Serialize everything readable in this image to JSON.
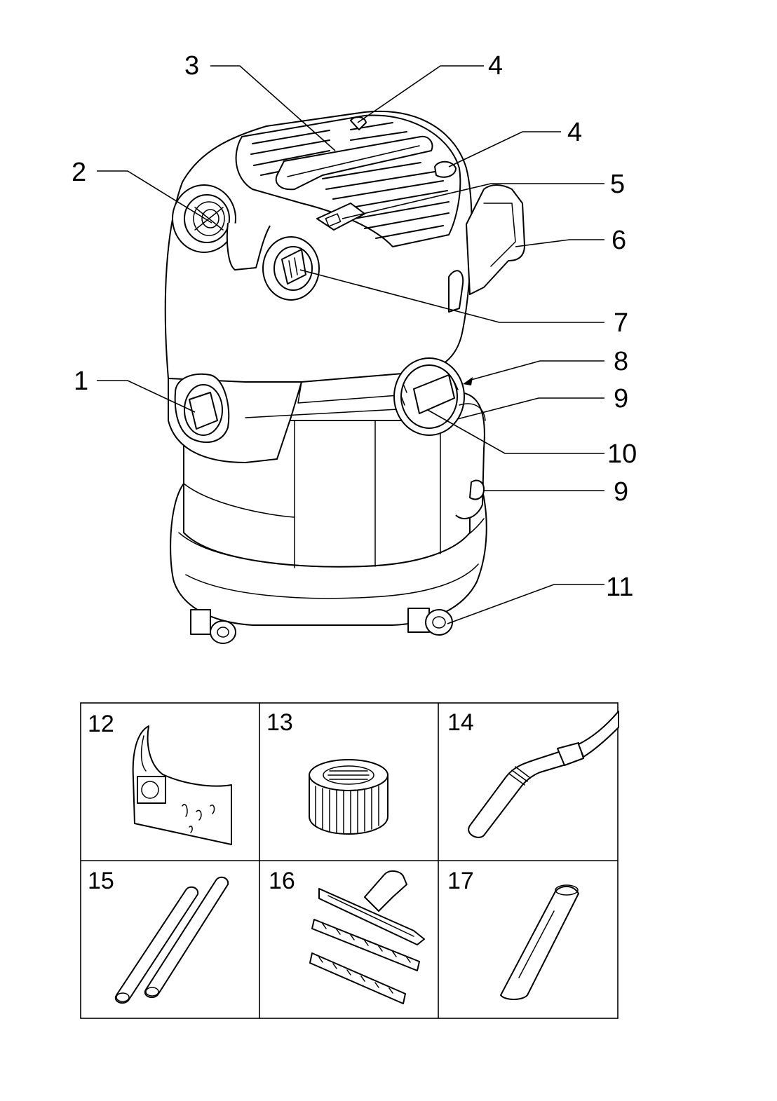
{
  "callouts": {
    "c1": "1",
    "c2": "2",
    "c3": "3",
    "c4a": "4",
    "c4b": "4",
    "c5": "5",
    "c6": "6",
    "c7": "7",
    "c8": "8",
    "c9a": "9",
    "c10": "10",
    "c9b": "9",
    "c11": "11"
  },
  "accessories": {
    "a12": "12",
    "a13": "13",
    "a14": "14",
    "a15": "15",
    "a16": "16",
    "a17": "17"
  }
}
